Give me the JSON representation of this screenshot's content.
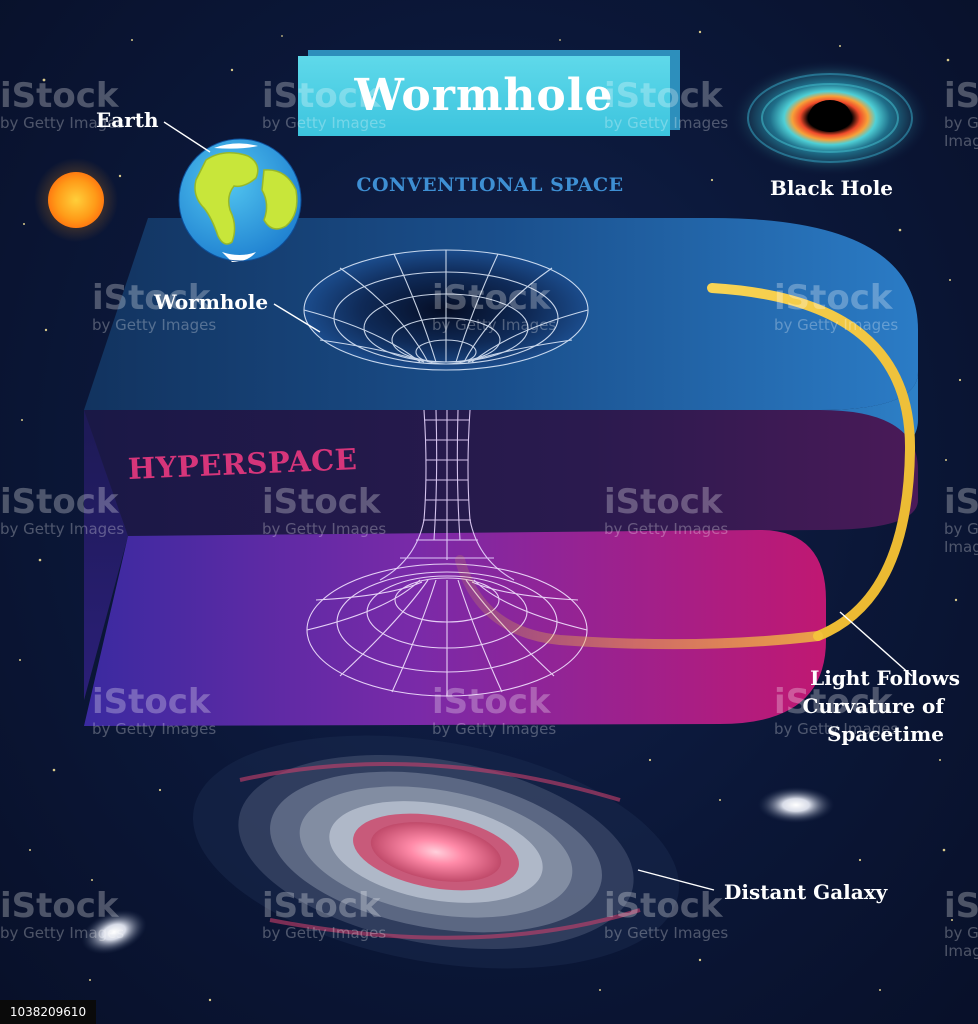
{
  "title": "Wormhole",
  "labels": {
    "conventional_space": "CONVENTIONAL SPACE",
    "hyperspace": "HYPERSPACE",
    "earth": "Earth",
    "black_hole": "Black Hole",
    "wormhole": "Wormhole",
    "light_follows_line1": "Light Follows",
    "light_follows_line2": "Curvature of",
    "light_follows_line3": "Spacetime",
    "distant_galaxy": "Distant Galaxy"
  },
  "watermark": {
    "main": "iStock",
    "sub": "by Getty Images"
  },
  "stock_id": "1038209610",
  "colors": {
    "background": "#0b1738",
    "conventional_space": "#2b74c4",
    "hyperspace": "#c21e74",
    "banner": "#4fcfe5",
    "light_path": "#f3c43a",
    "sun": "#ff9a1a"
  }
}
